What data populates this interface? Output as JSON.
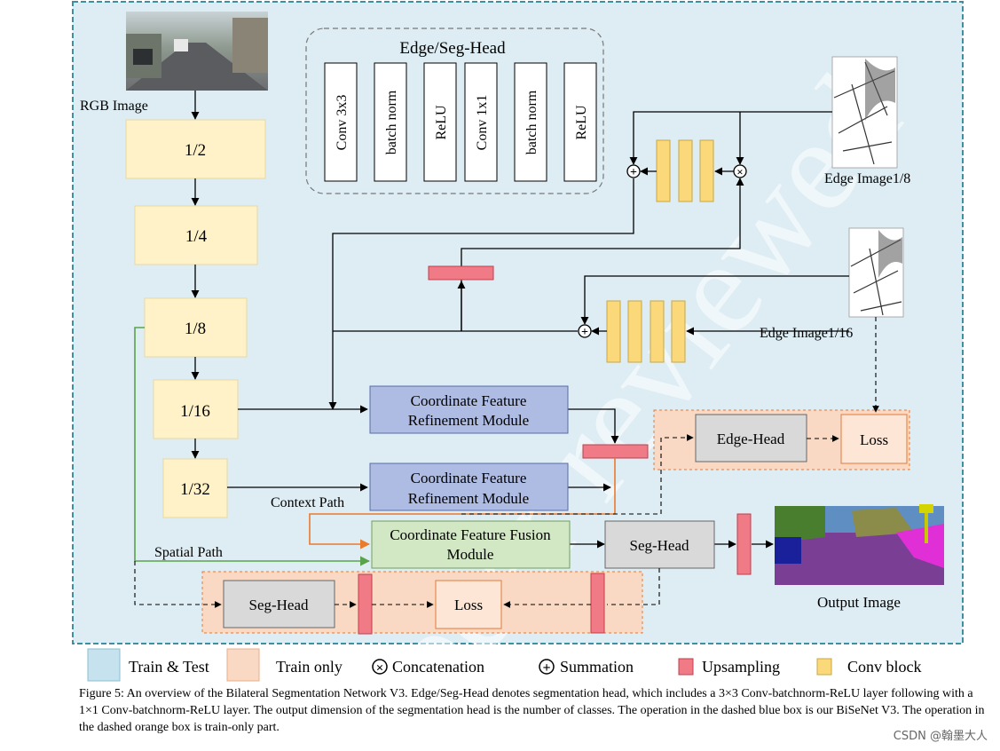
{
  "diagram": {
    "head_title": "Edge/Seg-Head",
    "head_layers": [
      "Conv 3x3",
      "batch norm",
      "ReLU",
      "Conv 1x1",
      "batch norm",
      "ReLU"
    ],
    "rgb_label": "RGB Image",
    "stages": [
      "1/2",
      "1/4",
      "1/8",
      "1/16",
      "1/32"
    ],
    "edge8_label": "Edge Image1/8",
    "edge16_label": "Edge Image1/16",
    "cfrm": [
      "Coordinate Feature",
      "Refinement Module"
    ],
    "cffm": [
      "Coordinate Feature Fusion",
      "Module"
    ],
    "context_path": "Context Path",
    "spatial_path": "Spatial Path",
    "seg_head": "Seg-Head",
    "edge_head": "Edge-Head",
    "loss": "Loss",
    "output_label": "Output Image",
    "summation_symbol": "+",
    "concat_symbol": "×"
  },
  "legend": {
    "train_test": "Train & Test",
    "train_only": "Train only",
    "concatenation": "Concatenation",
    "summation": "Summation",
    "upsampling": "Upsampling",
    "conv_block": "Conv block"
  },
  "caption": "Figure 5: An overview of the Bilateral Segmentation Network V3. Edge/Seg-Head denotes segmentation head, which includes a 3×3 Conv-batchnorm-ReLU layer following with a 1×1 Conv-batchnorm-ReLU layer. The output dimension of the segmentation head is the number of classes. The operation in the dashed blue box is our BiSeNet V3. The operation in the dashed orange box is train-only part.",
  "watermark": "peer reviewed",
  "credit": "CSDN @翰墨大人",
  "colors": {
    "blue_area": "#ddedf3",
    "blue_border": "#3f8fa3",
    "orange_area": "#f9d8c4",
    "orange_border": "#e07b39",
    "conv_fill": "#fff1c8",
    "conv_border": "#e8d9a0",
    "upsample": "#f07a85",
    "cfrm_fill": "#aebce4",
    "cffm_fill": "#d2e8c4",
    "seg_head_fill": "#d9d9d9",
    "yellow_block": "#fbd87a",
    "green_line": "#5aa34a",
    "orange_line": "#ea7a2c"
  }
}
